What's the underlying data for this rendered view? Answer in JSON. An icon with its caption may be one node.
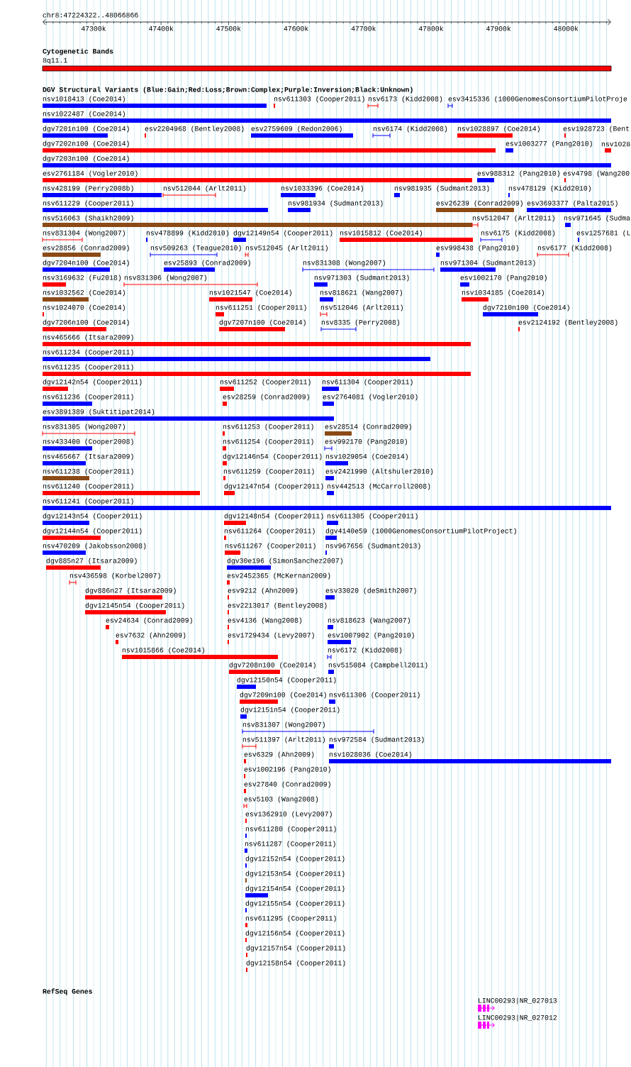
{
  "diagram": {
    "title": "chr8:47224322..48066866",
    "nodes": [
      {
        "text": [
          "8q11.1"
        ]
      },
      {
        "text": [
          "nsv1018413 (Coe2014)"
        ]
      },
      {
        "text": [
          "nsv611303 (Cooper2011)"
        ]
      },
      {
        "text": [
          "nsv6173 (Kidd2008)"
        ]
      },
      {
        "text": [
          "esv3415336 (1000GenomesConsortiumPilotProje"
        ]
      },
      {
        "text": [
          "nsv1022487 (Coe2014)"
        ]
      },
      {
        "text": [
          "dgv7201n100 (Coe2014)"
        ]
      },
      {
        "text": [
          "esv2204968 (Bentley2008)"
        ]
      },
      {
        "text": [
          "esv2759609 (Redon2006)"
        ]
      },
      {
        "text": [
          "nsv6174 (Kidd2008)"
        ]
      },
      {
        "text": [
          "nsv1028897 (Coe2014)"
        ]
      },
      {
        "text": [
          "esv1928723 (Bent"
        ]
      },
      {
        "text": [
          "dgv7202n100 (Coe2014)"
        ]
      },
      {
        "text": [
          "esv1003277 (Pang2010)"
        ]
      },
      {
        "text": [
          "nsv1028"
        ]
      },
      {
        "text": [
          "dgv7203n100 (Coe2014)"
        ]
      },
      {
        "text": [
          "esv2761184 (Vogler2010)"
        ]
      },
      {
        "text": [
          "esv988312 (Pang2010)"
        ]
      },
      {
        "text": [
          "esv4798 (Wang200"
        ]
      },
      {
        "text": [
          "nsv428199 (Perry2008b)"
        ]
      },
      {
        "text": [
          "nsv512044 (Arlt2011)"
        ]
      },
      {
        "text": [
          "nsv1033396 (Coe2014)"
        ]
      },
      {
        "text": [
          "nsv981935 (Sudmant2013)"
        ]
      },
      {
        "text": [
          "nsv478129 (Kidd2010)"
        ]
      },
      {
        "text": [
          "nsv611229 (Cooper2011)"
        ]
      },
      {
        "text": [
          "nsv981934 (Sudmant2013)"
        ]
      },
      {
        "text": [
          "esv26239 (Conrad2009)"
        ]
      },
      {
        "text": [
          "esv3693377 (Palta2015)"
        ]
      },
      {
        "text": [
          "nsv516063 (Shaikh2009)"
        ]
      },
      {
        "text": [
          "nsv512047 (Arlt2011)"
        ]
      },
      {
        "text": [
          "nsv971645 (Sudma"
        ]
      },
      {
        "text": [
          "nsv831304 (Wong2007)"
        ]
      },
      {
        "text": [
          "nsv478899 (Kidd2010)"
        ]
      },
      {
        "text": [
          "dgv12149n54 (Cooper2011)"
        ]
      },
      {
        "text": [
          "nsv1015812 (Coe2014)"
        ]
      },
      {
        "text": [
          "nsv6175 (Kidd2008)"
        ]
      },
      {
        "text": [
          "esv1257681 (L"
        ]
      },
      {
        "text": [
          "esv28856 (Conrad2009)"
        ]
      },
      {
        "text": [
          "nsv509263 (Teague2010)"
        ]
      },
      {
        "text": [
          "nsv512045 (Arlt2011)"
        ]
      },
      {
        "text": [
          "esv998438 (Pang2010)"
        ]
      },
      {
        "text": [
          "nsv6177 (Kidd2008)"
        ]
      },
      {
        "text": [
          "dgv7204n100 (Coe2014)"
        ]
      },
      {
        "text": [
          "esv25893 (Conrad2009)"
        ]
      },
      {
        "text": [
          "nsv831308 (Wong2007)"
        ]
      },
      {
        "text": [
          "nsv971304 (Sudmant2013)"
        ]
      },
      {
        "text": [
          "nsv3169632 (Fu2018)"
        ]
      },
      {
        "text": [
          "nsv831306 (Wong2007)"
        ]
      },
      {
        "text": [
          "nsv971303 (Sudmant2013)"
        ]
      },
      {
        "text": [
          "esv1002170 (Pang2010)"
        ]
      },
      {
        "text": [
          "nsv1032562 (Coe2014)"
        ]
      },
      {
        "text": [
          "nsv1021547 (Coe2014)"
        ]
      },
      {
        "text": [
          "nsv818621 (Wang2007)"
        ]
      },
      {
        "text": [
          "nsv1034185 (Coe2014)"
        ]
      },
      {
        "text": [
          "nsv1024070 (Coe2014)"
        ]
      },
      {
        "text": [
          "nsv611251 (Cooper2011)"
        ]
      },
      {
        "text": [
          "nsv512046 (Arlt2011)"
        ]
      },
      {
        "text": [
          "dgv7210n100 (Coe2014)"
        ]
      },
      {
        "text": [
          "dgv7206n100 (Coe2014)"
        ]
      },
      {
        "text": [
          "dgv7207n100 (Coe2014)"
        ]
      },
      {
        "text": [
          "nsv8335 (Perry2008)"
        ]
      },
      {
        "text": [
          "esv2124192 (Bentley2008)"
        ]
      },
      {
        "text": [
          "nsv465666 (Itsara2009)"
        ]
      },
      {
        "text": [
          "nsv611234 (Cooper2011)"
        ]
      },
      {
        "text": [
          "nsv611235 (Cooper2011)"
        ]
      },
      {
        "text": [
          "dgv12142n54 (Cooper2011)"
        ]
      },
      {
        "text": [
          "nsv611252 (Cooper2011)"
        ]
      },
      {
        "text": [
          "nsv611304 (Cooper2011)"
        ]
      },
      {
        "text": [
          "nsv611236 (Cooper2011)"
        ]
      },
      {
        "text": [
          "esv28259 (Conrad2009)"
        ]
      },
      {
        "text": [
          "esv2764081 (Vogler2010)"
        ]
      },
      {
        "text": [
          "esv3891389 (Suktitipat2014)"
        ]
      },
      {
        "text": [
          "nsv831305 (Wong2007)"
        ]
      },
      {
        "text": [
          "nsv611253 (Cooper2011)"
        ]
      },
      {
        "text": [
          "esv28514 (Conrad2009)"
        ]
      },
      {
        "text": [
          "nsv433400 (Cooper2008)"
        ]
      },
      {
        "text": [
          "nsv611254 (Cooper2011)"
        ]
      },
      {
        "text": [
          "esv992170 (Pang2010)"
        ]
      },
      {
        "text": [
          "nsv465667 (Itsara2009)"
        ]
      },
      {
        "text": [
          "dgv12146n54 (Cooper2011)"
        ]
      },
      {
        "text": [
          "nsv1029054 (Coe2014)"
        ]
      },
      {
        "text": [
          "nsv611238 (Cooper2011)"
        ]
      },
      {
        "text": [
          "nsv611259 (Cooper2011)"
        ]
      },
      {
        "text": [
          "esv2421990 (Altshuler2010)"
        ]
      },
      {
        "text": [
          "nsv611240 (Cooper2011)"
        ]
      },
      {
        "text": [
          "dgv12147n54 (Cooper2011)"
        ]
      },
      {
        "text": [
          "nsv442513 (McCarroll2008)"
        ]
      },
      {
        "text": [
          "nsv611241 (Cooper2011)"
        ]
      },
      {
        "text": [
          "dgv12143n54 (Cooper2011)"
        ]
      },
      {
        "text": [
          "dgv12148n54 (Cooper2011)"
        ]
      },
      {
        "text": [
          "nsv611305 (Cooper2011)"
        ]
      },
      {
        "text": [
          "dgv12144n54 (Cooper2011)"
        ]
      },
      {
        "text": [
          "nsv611264 (Cooper2011)"
        ]
      },
      {
        "text": [
          "dgv4140e59 (1000GenomesConsortiumPilotProject)"
        ]
      },
      {
        "text": [
          "nsv470209 (Jakobsson2008)"
        ]
      },
      {
        "text": [
          "nsv611267 (Cooper2011)"
        ]
      },
      {
        "text": [
          "nsv967656 (Sudmant2013)"
        ]
      },
      {
        "text": [
          "dgv885n27 (Itsara2009)"
        ]
      },
      {
        "text": [
          "dgv30e196 (SimonSanchez2007)"
        ]
      },
      {
        "text": [
          "nsv436598 (Korbel2007)"
        ]
      },
      {
        "text": [
          "esv2452365 (McKernan2009)"
        ]
      },
      {
        "text": [
          "dgv886n27 (Itsara2009)"
        ]
      },
      {
        "text": [
          "esv9212 (Ahn2009)"
        ]
      },
      {
        "text": [
          "esv33020 (deSmith2007)"
        ]
      },
      {
        "text": [
          "dgv12145n54 (Cooper2011)"
        ]
      },
      {
        "text": [
          "esv2213017 (Bentley2008)"
        ]
      },
      {
        "text": [
          "esv24634 (Conrad2009)"
        ]
      },
      {
        "text": [
          "esv4136 (Wang2008)"
        ]
      },
      {
        "text": [
          "nsv818623 (Wang2007)"
        ]
      },
      {
        "text": [
          "esv7632 (Ahn2009)"
        ]
      },
      {
        "text": [
          "esv1729434 (Levy2007)"
        ]
      },
      {
        "text": [
          "esv1007902 (Pang2010)"
        ]
      },
      {
        "text": [
          "nsv1015866 (Coe2014)"
        ]
      },
      {
        "text": [
          "nsv6172 (Kidd2008)"
        ]
      },
      {
        "text": [
          "dgv7208n100 (Coe2014)"
        ]
      },
      {
        "text": [
          "nsv515084 (Campbell2011)"
        ]
      },
      {
        "text": [
          "dgv12150n54 (Cooper2011)"
        ]
      },
      {
        "text": [
          "dgv7209n100 (Coe2014)"
        ]
      },
      {
        "text": [
          "nsv611306 (Cooper2011)"
        ]
      },
      {
        "text": [
          "dgv12151n54 (Cooper2011)"
        ]
      },
      {
        "text": [
          "nsv831307 (Wong2007)"
        ]
      },
      {
        "text": [
          "nsv511397 (Arlt2011)"
        ]
      },
      {
        "text": [
          "nsv972584 (Sudmant2013)"
        ]
      },
      {
        "text": [
          "esv6329 (Ahn2009)"
        ]
      },
      {
        "text": [
          "nsv1028036 (Coe2014)"
        ]
      },
      {
        "text": [
          "esv1002196 (Pang2010)"
        ]
      },
      {
        "text": [
          "esv27840 (Conrad2009)"
        ]
      },
      {
        "text": [
          "esv5103 (Wang2008)"
        ]
      },
      {
        "text": [
          "esv1362910 (Levy2007)"
        ]
      },
      {
        "text": [
          "nsv611280 (Cooper2011)"
        ]
      },
      {
        "text": [
          "nsv611287 (Cooper2011)"
        ]
      },
      {
        "text": [
          "dgv12152n54 (Cooper2011)"
        ]
      },
      {
        "text": [
          "dgv12153n54 (Cooper2011)"
        ]
      },
      {
        "text": [
          "dgv12154n54 (Cooper2011)"
        ]
      },
      {
        "text": [
          "dgv12155n54 (Cooper2011)"
        ]
      },
      {
        "text": [
          "nsv611295 (Cooper2011)"
        ]
      },
      {
        "text": [
          "dgv12156n54 (Cooper2011)"
        ]
      },
      {
        "text": [
          "dgv12157n54 (Cooper2011)"
        ]
      },
      {
        "text": [
          "dgv12158n54 (Cooper2011)"
        ]
      },
      {
        "text": [
          "LINC00293|NR_027013"
        ]
      },
      {
        "text": [
          "LINC00293|NR_027012"
        ]
      }
    ],
    "labels": [
      "47300k",
      "47400k",
      "47500k",
      "47600k",
      "47700k",
      "47800k",
      "47900k",
      "48000k",
      "Cytogenetic Bands",
      "DGV Structural Variants (Blue:Gain;Red:Loss;Brown:Complex;Purple:Inversion;Black:Unknown)",
      "RefSeq Genes"
    ]
  }
}
